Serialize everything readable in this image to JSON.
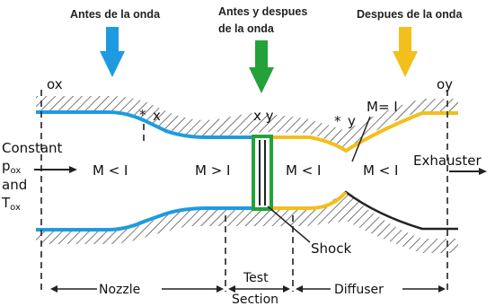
{
  "headers": {
    "before": "Antes de la onda",
    "both_line1": "Antes y despues",
    "both_line2": "de la onda",
    "after": "Despues de la onda"
  },
  "station_labels": {
    "ox": "ox",
    "x_star_1": "x",
    "xy": "x y",
    "y_star": "y",
    "m1": "M= I",
    "oy": "oy"
  },
  "inlet": {
    "line1": "Constant",
    "p_symbol": "p",
    "p_sub": "ox",
    "line3": "and",
    "t_symbol": "T",
    "t_sub": "ox"
  },
  "mach_labels": {
    "nozzle_inlet": "M < I",
    "test_section": "M > I",
    "diffuser_mid": "M < I",
    "diffuser_exit": "M < I"
  },
  "exhauster": "Exhauster",
  "shock": "Shock",
  "sections": {
    "nozzle": "Nozzle",
    "test": "Test",
    "section": "Section",
    "diffuser": "Diffuser"
  },
  "colors": {
    "before_wave": "#1e9be0",
    "across_wave": "#23a23a",
    "after_wave": "#f2bf1c",
    "wall": "#222222"
  }
}
